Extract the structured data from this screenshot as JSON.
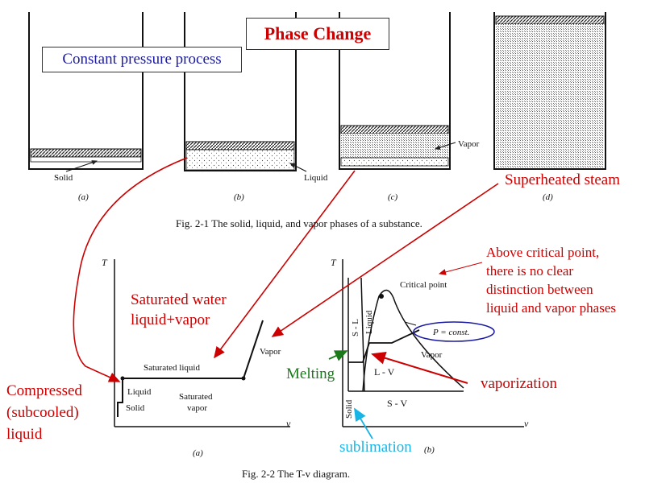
{
  "title": "Phase Change",
  "subtitle_box": "Constant pressure process",
  "fig1": {
    "caption": "Fig. 2-1   The solid, liquid, and vapor phases of a substance.",
    "panels": [
      "(a)",
      "(b)",
      "(c)",
      "(d)"
    ],
    "labels": {
      "solid": "Solid",
      "liquid": "Liquid",
      "vapor": "Vapor"
    }
  },
  "fig2": {
    "caption": "Fig. 2-2   The T-v diagram.",
    "panel_a": "(a)",
    "panel_b": "(b)",
    "axis_T": "T",
    "axis_v": "v",
    "left_labels": {
      "saturated_liquid": "Saturated liquid",
      "liquid": "Liquid",
      "solid": "Solid",
      "saturated_vapor_1": "Saturated",
      "saturated_vapor_2": "vapor",
      "vapor": "Vapor"
    },
    "right_labels": {
      "critical_point": "Critical point",
      "p_const": "P = const.",
      "vapor": "Vapor",
      "lv": "L - V",
      "sv": "S - V",
      "sl": "S - L",
      "liquid": "Liquid",
      "solid": "Solid"
    }
  },
  "annotations": {
    "superheated": "Superheated steam",
    "above_critical_1": "Above critical point,",
    "above_critical_2": "there is no clear",
    "above_critical_3": "distinction between",
    "above_critical_4": "liquid and vapor phases",
    "saturated_water_1": "Saturated water",
    "saturated_water_2": "liquid+vapor",
    "melting": "Melting",
    "vaporization": "vaporization",
    "compressed_1": "Compressed",
    "compressed_2": "(subcooled)",
    "compressed_3": "liquid",
    "sublimation": "sublimation"
  },
  "colors": {
    "annotation_red": "#cc0000",
    "melting_green": "#1a7a1a",
    "sublimation_cyan": "#18b4e6",
    "box_blue": "#1a1aa0"
  }
}
